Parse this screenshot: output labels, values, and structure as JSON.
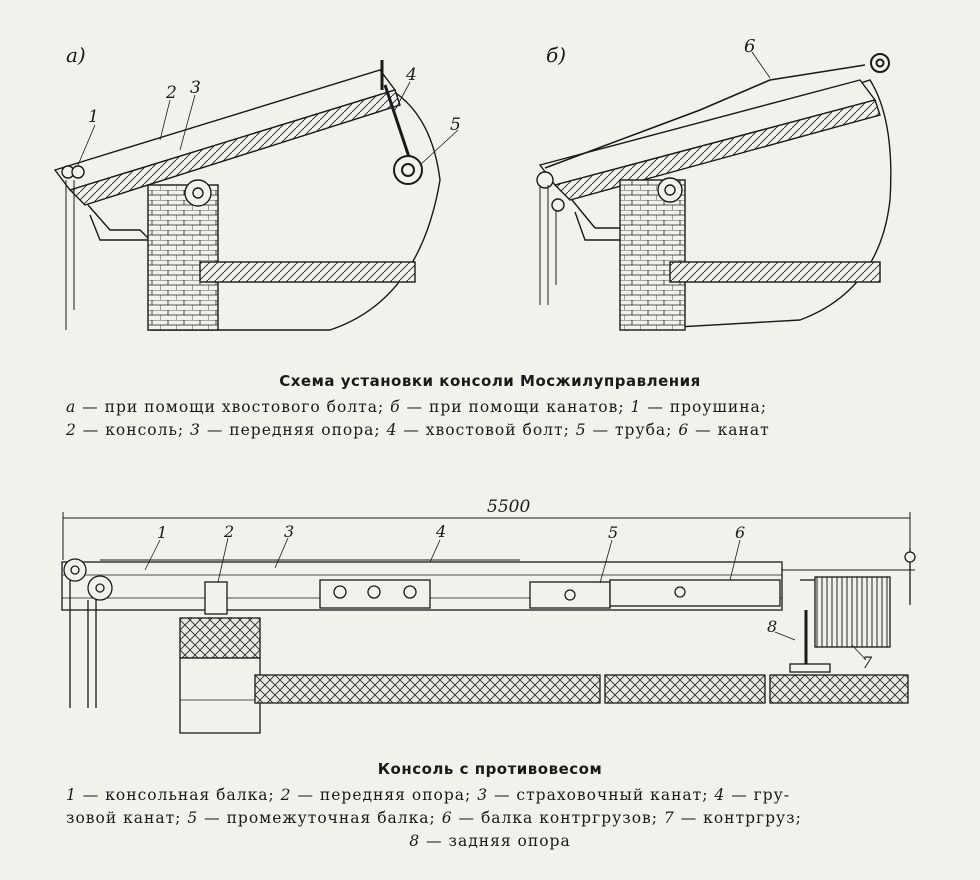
{
  "figure1": {
    "panel_a_label": "а)",
    "panel_b_label": "б)",
    "callouts_a": [
      "1",
      "2",
      "3",
      "4",
      "5"
    ],
    "callout_b": "6",
    "title": "Схема установки консоли Мосжилуправления",
    "legend": [
      {
        "mark": "а",
        "text": "при помощи хвостового болта;"
      },
      {
        "mark": "б",
        "text": "при помощи канатов;"
      },
      {
        "mark": "1",
        "text": "проушина;"
      },
      {
        "mark": "2",
        "text": "консоль;"
      },
      {
        "mark": "3",
        "text": "передняя опора;"
      },
      {
        "mark": "4",
        "text": "хвостовой болт;"
      },
      {
        "mark": "5",
        "text": "труба;"
      },
      {
        "mark": "6",
        "text": "канат"
      }
    ]
  },
  "figure2": {
    "dimension": "5500",
    "callouts": [
      "1",
      "2",
      "3",
      "4",
      "5",
      "6",
      "7",
      "8"
    ],
    "title": "Консоль с противовесом",
    "legend_line1": {
      "m1": "1",
      "t1": "консольная балка;",
      "m2": "2",
      "t2": "передняя опора;",
      "m3": "3",
      "t3": "страховочный канат;",
      "m4": "4",
      "t4": "гру-"
    },
    "legend_line2": {
      "t0": "зовой канат;",
      "m5": "5",
      "t5": "промежуточная балка;",
      "m6": "6",
      "t6": "балка контргрузов;",
      "m7": "7",
      "t7": "контргруз;"
    },
    "legend_line3": {
      "m8": "8",
      "t8": "задняя опора"
    }
  },
  "colors": {
    "paper": "#f2f1ec",
    "ink": "#1a1a1a"
  }
}
